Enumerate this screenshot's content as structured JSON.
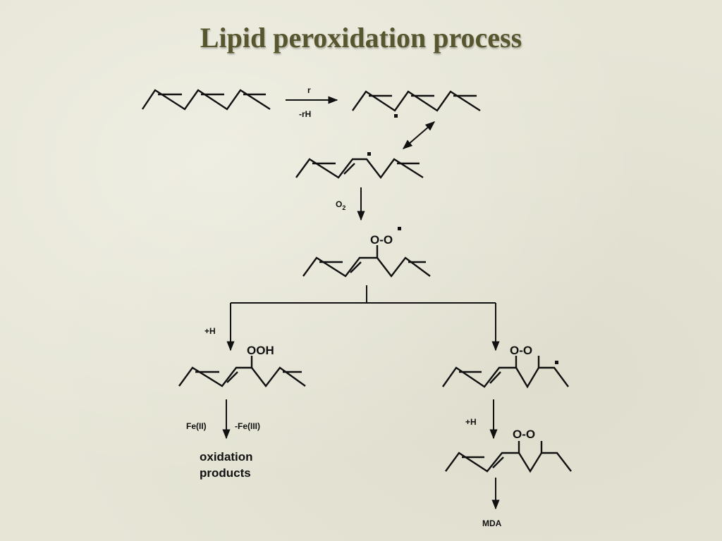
{
  "title": "Lipid peroxidation process",
  "labels": {
    "radical_reagent": "r",
    "minus_rh": "-rH",
    "oxygen": "O",
    "oxygen_subscript": "2",
    "peroxyl_group": "O-O",
    "plus_h_left": "+H",
    "hydroperoxide_group": "OOH",
    "fe2": "Fe(II)",
    "minus_fe3": "-Fe(III)",
    "oxidation_products_line1": "oxidation",
    "oxidation_products_line2": "products",
    "endoperoxide_group_1": "O-O",
    "plus_h_right": "+H",
    "endoperoxide_group_2": "O-O",
    "mda": "MDA"
  },
  "colors": {
    "background": "#e6e5d6",
    "title": "#57562e",
    "ink": "#111111"
  }
}
